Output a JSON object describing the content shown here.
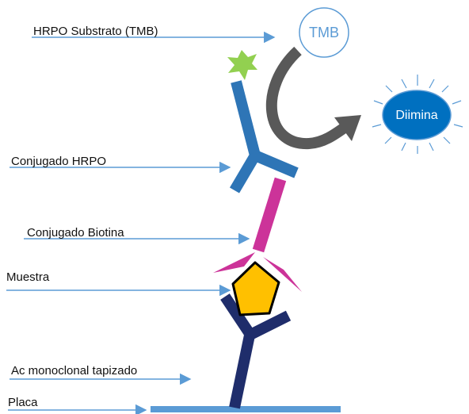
{
  "labels": {
    "hrpo_substrate": "HRPO Substrato (TMB)",
    "conjugado_hrpo": "Conjugado HRPO",
    "conjugado_biotina": "Conjugado Biotina",
    "muestra": "Muestra",
    "ac_monoclonal": "Ac monoclonal tapizado",
    "placa": "Placa"
  },
  "nodes": {
    "tmb": "TMB",
    "diimina": "Diimina"
  },
  "colors": {
    "arrow": "#5b9bd5",
    "hrp_antibody": "#2e75b6",
    "biotin_conjugate": "#cc3399",
    "capture_antibody": "#1f2d6b",
    "sample": "#ffc000",
    "star": "#92d050",
    "tmb_ring": "#5b9bd5",
    "diimina_fill": "#0070c0",
    "curved_arrow": "#595959",
    "plate": "#5b9bd5"
  }
}
